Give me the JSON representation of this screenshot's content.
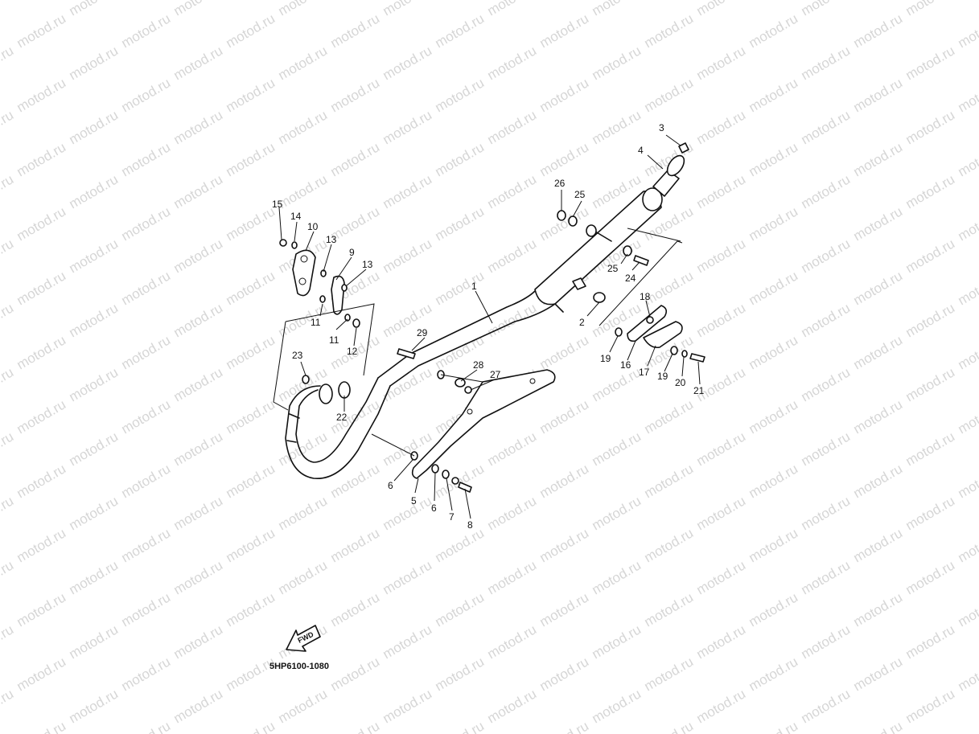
{
  "watermark_text": "motod.ru",
  "diagram_code": "5HP6100-1080",
  "fwd_label": "FWD",
  "callouts": {
    "c1": "1",
    "c2": "2",
    "c3": "3",
    "c4": "4",
    "c5": "5",
    "c6a": "6",
    "c6b": "6",
    "c7": "7",
    "c8": "8",
    "c9": "9",
    "c10": "10",
    "c11a": "11",
    "c11b": "11",
    "c12": "12",
    "c13a": "13",
    "c13b": "13",
    "c14": "14",
    "c15": "15",
    "c16": "16",
    "c17": "17",
    "c18": "18",
    "c19a": "19",
    "c19b": "19",
    "c20": "20",
    "c21": "21",
    "c22": "22",
    "c23": "23",
    "c24": "24",
    "c25a": "25",
    "c25b": "25",
    "c26": "26",
    "c27": "27",
    "c28": "28",
    "c29": "29"
  }
}
